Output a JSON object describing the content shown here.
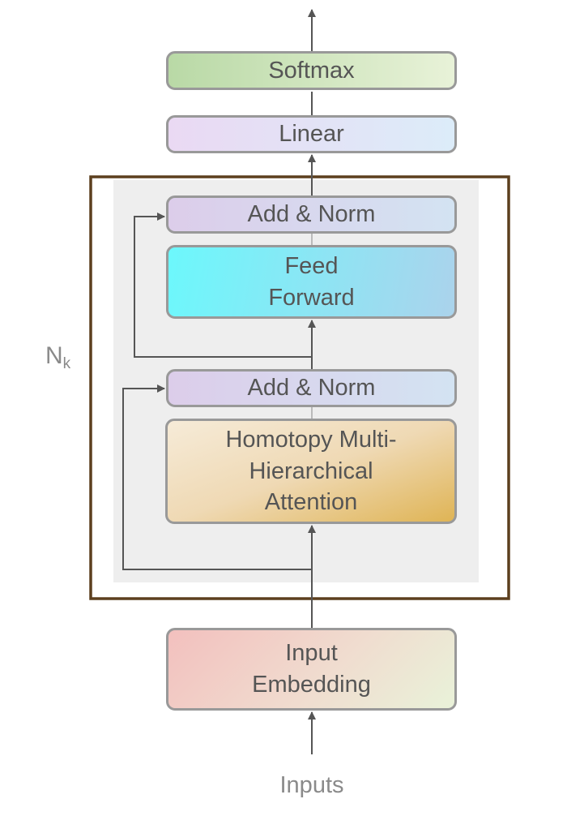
{
  "diagram": {
    "blocks": {
      "softmax": "Softmax",
      "linear": "Linear",
      "add_norm_top": "Add & Norm",
      "feed_forward": [
        "Feed",
        "Forward"
      ],
      "add_norm_bottom": "Add & Norm",
      "attention": [
        "Homotopy Multi-",
        "Hierarchical",
        "Attention"
      ],
      "input_embedding": [
        "Input",
        "Embedding"
      ]
    },
    "repeat_label": {
      "base": "N",
      "subscript": "k"
    },
    "input_label": "Inputs"
  },
  "colors": {
    "box_border": "#999999",
    "block_outline": "#5c3f1e",
    "block_fill": "#eeeeee",
    "arrows": "#555555",
    "text": "#555555",
    "label_text": "#8a8a8a"
  }
}
